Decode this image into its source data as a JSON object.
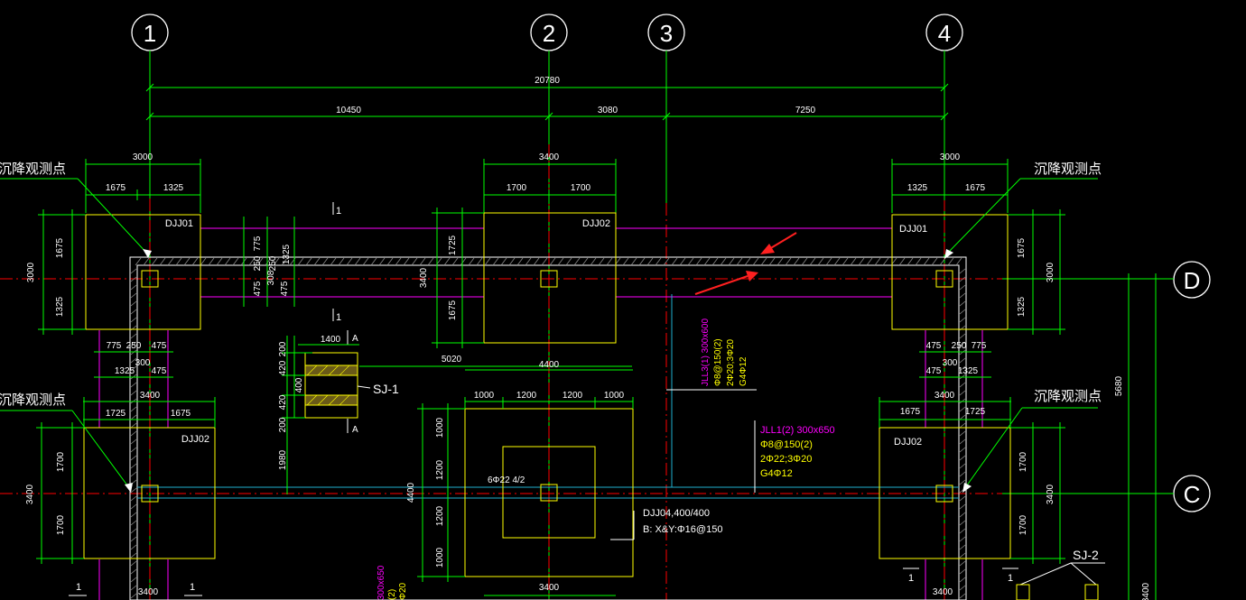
{
  "colors": {
    "background": "#000000",
    "dimension": "#00ff00",
    "footing": "#ffff00",
    "beam": "#ff00ff",
    "beam_label": "#ff00ff",
    "rebar_label": "#ffff00",
    "axis": "#ff0000",
    "callout": "#ffffff",
    "arrow": "#ff2020",
    "cyan": "#20b0d0"
  },
  "grid_axes": [
    {
      "label": "1"
    },
    {
      "label": "2"
    },
    {
      "label": "3"
    },
    {
      "label": "4"
    },
    {
      "label": "D"
    },
    {
      "label": "C"
    }
  ],
  "dimensions": {
    "overall": "20780",
    "spans": [
      "10450",
      "3080",
      "7250"
    ],
    "footing_1_left": {
      "total": "3000",
      "parts": [
        "1675",
        "1325"
      ]
    },
    "footing_2": {
      "total": "3400",
      "parts": [
        "1700",
        "1700"
      ]
    },
    "footing_1_right": {
      "total": "3000",
      "parts": [
        "1325",
        "1675"
      ]
    },
    "left_v": {
      "total": "3000",
      "parts": [
        "1675",
        "1325"
      ]
    },
    "right_v": {
      "total": "3000",
      "parts": [
        "1675",
        "1325"
      ]
    },
    "beam_v": [
      "775",
      "250",
      "475",
      "250",
      "475",
      "308",
      "1325"
    ],
    "f2_v": {
      "total": "3400",
      "parts": [
        "1725",
        "1675"
      ]
    },
    "col_left": [
      "775",
      "250",
      "475",
      "300",
      "1325",
      "475"
    ],
    "col_right": [
      "475",
      "250",
      "775",
      "300",
      "475",
      "1325"
    ],
    "f2_left_bottom": {
      "total": "3400",
      "parts": [
        "1725",
        "1675"
      ]
    },
    "f2_left_v": {
      "total": "3400",
      "parts": [
        "1700",
        "1700"
      ]
    },
    "f2_right_bottom": {
      "total": "3400",
      "parts": [
        "1675",
        "1725"
      ]
    },
    "f2_right_v": {
      "total": "3400",
      "parts": [
        "1700",
        "1700"
      ]
    },
    "sj1_w": "1400",
    "sj1_v": [
      "200",
      "420",
      "400",
      "420",
      "200"
    ],
    "sj1_1980": "1980",
    "dim_5020": "5020",
    "dj4_total": "4400",
    "dj4_parts": [
      "1000",
      "1200",
      "1200",
      "1000"
    ],
    "dj4_v": [
      "1000",
      "1200",
      "1200",
      "1000"
    ],
    "dj4_v_total": "4400",
    "dj4_bottom": "3400",
    "right_5680": "5680",
    "bottom_3400_left": "3400",
    "bottom_3400_right": "3400"
  },
  "footings": {
    "f1_left": "DJJ01",
    "f2_top": "DJJ02",
    "f1_right": "DJJ01",
    "f2_left": "DJJ02",
    "f2_right": "DJJ02"
  },
  "labels": {
    "settlement_point": "沉降观测点",
    "section_1": "1",
    "section_a": "A",
    "sj1": "SJ-1",
    "sj2": "SJ-2",
    "pile_rebar": "6Φ22 4/2",
    "dj4_name": "DJJ04,400/400",
    "dj4_rebar": "B: X&Y:Φ16@150"
  },
  "beam_jll1": {
    "name": "JLL1(2) 300x650",
    "stirrup": "Φ8@150(2)",
    "main": "2Φ22;3Φ20",
    "side": "G4Φ12"
  },
  "beam_jll3": {
    "name": "JLL3(1) 300x600",
    "stirrup": "Φ8@150(2)",
    "main": "2Φ20;3Φ20",
    "side": "G4Φ12"
  },
  "beam_bottom": {
    "name": "300x650",
    "stirrup": "(2)",
    "main": "Φ20"
  }
}
